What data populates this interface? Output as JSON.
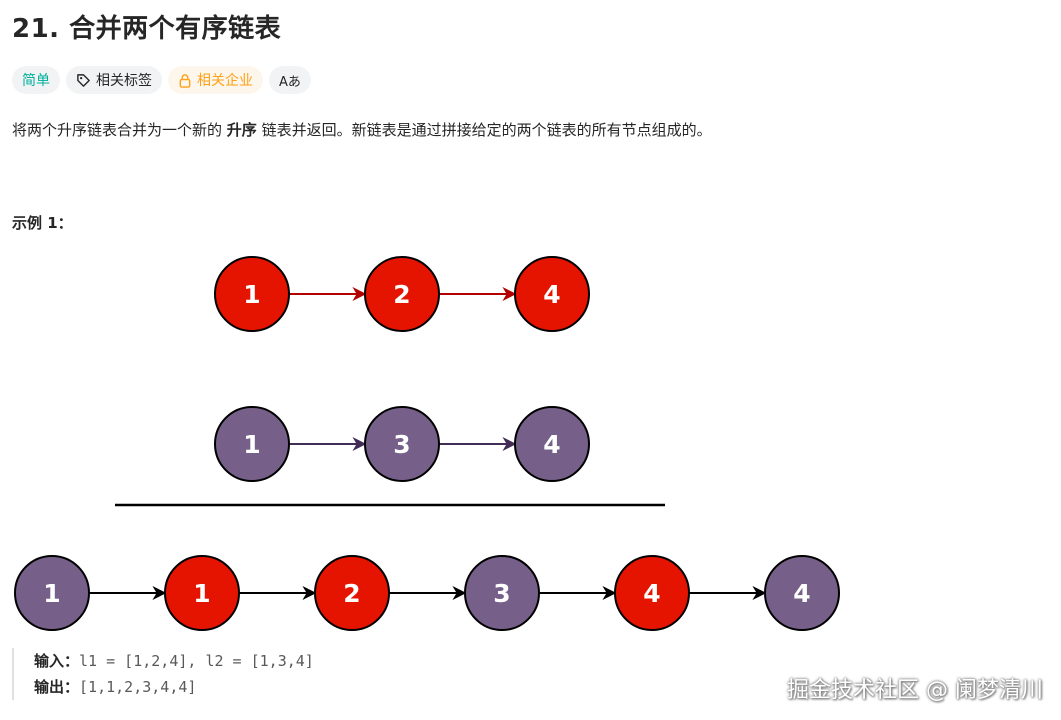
{
  "title": "21. 合并两个有序链表",
  "tags": {
    "difficulty": "简单",
    "related_tags": "相关标签",
    "related_companies": "相关企业",
    "translate": "Aあ"
  },
  "description": {
    "before": "将两个升序链表合并为一个新的 ",
    "bold": "升序",
    "after": " 链表并返回。新链表是通过拼接给定的两个链表的所有节点组成的。"
  },
  "example_title": "示例 1：",
  "diagram": {
    "list1": [
      "1",
      "2",
      "4"
    ],
    "list2": [
      "1",
      "3",
      "4"
    ],
    "merged": [
      "1",
      "1",
      "2",
      "3",
      "4",
      "4"
    ],
    "merged_colors": [
      "purple",
      "red",
      "red",
      "purple",
      "red",
      "purple"
    ],
    "colors": {
      "red": "#e51400",
      "purple": "#76608a",
      "red_arrow": "#b20000",
      "purple_arrow": "#432d57"
    }
  },
  "io": {
    "input_label": "输入：",
    "input_value": "l1 = [1,2,4], l2 = [1,3,4]",
    "output_label": "输出：",
    "output_value": "[1,1,2,3,4,4]"
  },
  "watermark": "掘金技术社区 @ 阑梦清川"
}
